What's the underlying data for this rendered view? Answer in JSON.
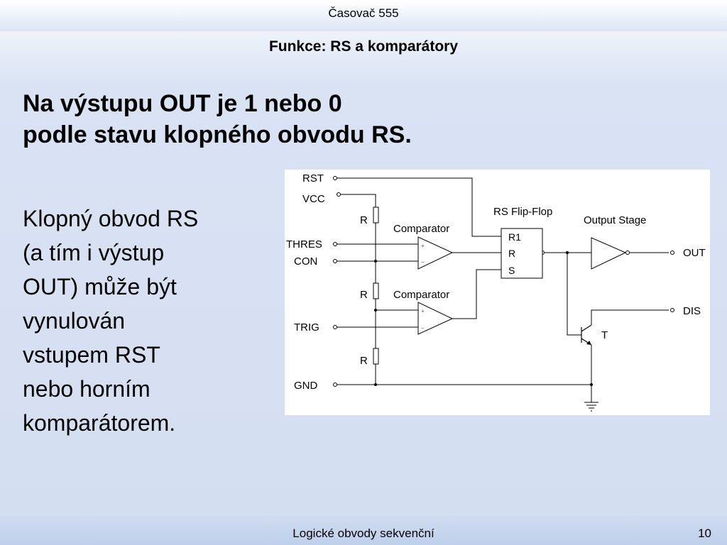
{
  "slide": {
    "header": "Časovač 555",
    "subtitle": "Funkce: RS a komparátory",
    "heading_lines": [
      "Na výstupu OUT je 1 nebo 0",
      "podle stavu klopného obvodu RS."
    ],
    "body_lines": [
      "Klopný obvod RS",
      "(a tím i výstup",
      "OUT) může být",
      "vynulován",
      "vstupem RST",
      "nebo horním",
      "komparátorem."
    ],
    "footer": "Logické obvody sekvenční",
    "page_number": "10"
  },
  "diagram": {
    "pins": {
      "rst": "RST",
      "vcc": "VCC",
      "thres": "THRES",
      "con": "CON",
      "trig": "TRIG",
      "gnd": "GND",
      "out": "OUT",
      "dis": "DIS"
    },
    "resistor_label": "R",
    "comparator_label": "Comparator",
    "flipflop_label": "RS Flip-Flop",
    "flipflop_inputs": [
      "R1",
      "R",
      "S"
    ],
    "output_stage_label": "Output Stage",
    "transistor_label": "T",
    "plus_sign": "+",
    "minus_sign": "−"
  }
}
